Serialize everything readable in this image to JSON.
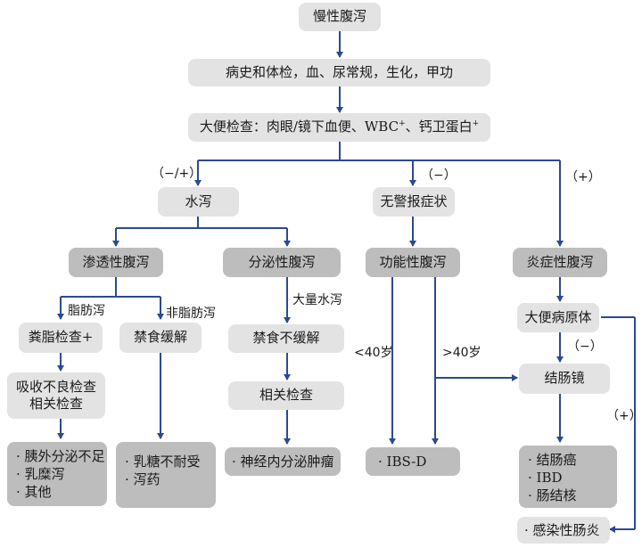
{
  "nodes": {
    "chronic_diarrhea": "慢性腹泻",
    "history_exam": "病史和体检，血、尿常规，生化，甲功",
    "stool_exam_main": "大便检查：肉眼/镜下血便、WBC",
    "stool_exam_mid": "、钙卫蛋白",
    "stool_exam_sup1": "+",
    "stool_exam_sup2": "+",
    "watery": "水泻",
    "no_alarm": "无警报症状",
    "osmotic": "渗透性腹泻",
    "secretory": "分泌性腹泻",
    "functional": "功能性腹泻",
    "inflammatory": "炎症性腹泻",
    "fecal_fat": "粪脂检查+",
    "fasting_no_relief_1": "禁食缓解",
    "fasting_no_relief_2": "禁食不缓解",
    "malabsorption_1": "吸收不良检查",
    "malabsorption_2": "相关检查",
    "related_tests": "相关检查",
    "pathogen": "大便病原体",
    "colonoscopy": "结肠镜",
    "infectious": "· 感染性肠炎"
  },
  "lists": {
    "fat_causes": [
      "· 胰外分泌不足",
      "· 乳糜泻",
      "· 其他"
    ],
    "nonfat_causes": [
      "· 乳糖不耐受",
      "· 泻药"
    ],
    "neuro": [
      "· 神经内分泌肿瘤"
    ],
    "ibs": [
      "· IBS-D"
    ],
    "colon_findings": [
      "· 结肠癌",
      "· IBD",
      "· 肠结核"
    ]
  },
  "labels": {
    "neg_pos": "（−/+）",
    "neg1": "（−）",
    "pos1": "（+）",
    "fatty": "脂肪泻",
    "non_fatty": "非脂肪泻",
    "large_volume": "大量水泻",
    "under40": "<40岁",
    "over40": ">40岁",
    "neg2": "（−）",
    "pos2": "（+）"
  },
  "colors": {
    "arrow": "#2b4a8f",
    "light_box": "#e3e3e3",
    "dark_box": "#bdbdbd"
  }
}
